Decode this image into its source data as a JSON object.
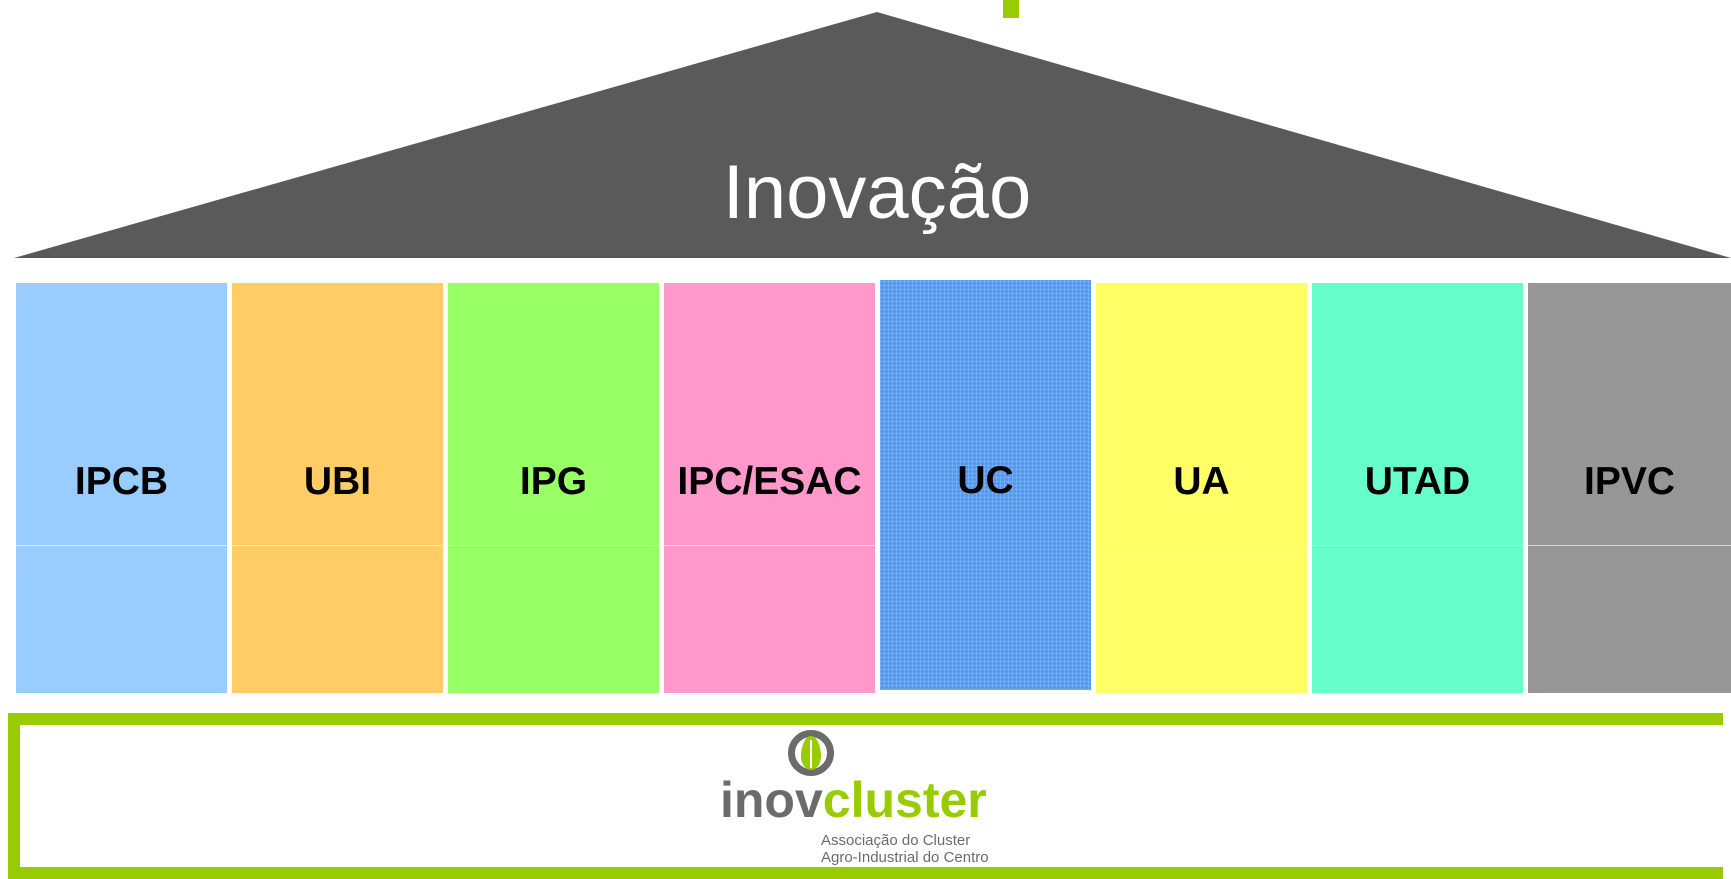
{
  "roof": {
    "title": "Inovação",
    "color": "#5a5a5a"
  },
  "accent_color": "#99cc00",
  "columns": [
    {
      "label": "IPCB",
      "color": "#99ccff"
    },
    {
      "label": "UBI",
      "color": "#ffcc66"
    },
    {
      "label": "IPG",
      "color": "#99ff66"
    },
    {
      "label": "IPC/ESAC",
      "color": "#ff99cc"
    },
    {
      "label": "UC",
      "color": "#5599ee"
    },
    {
      "label": "UA",
      "color": "#ffff66"
    },
    {
      "label": "UTAD",
      "color": "#66ffcc"
    },
    {
      "label": "IPVC",
      "color": "#969696"
    }
  ],
  "logo": {
    "icon": "leaf-in-circle-icon",
    "word_part1": "inov",
    "word_part2": "cluster",
    "subtitle_line1": "Associação do Cluster",
    "subtitle_line2": "Agro-Industrial do Centro"
  }
}
